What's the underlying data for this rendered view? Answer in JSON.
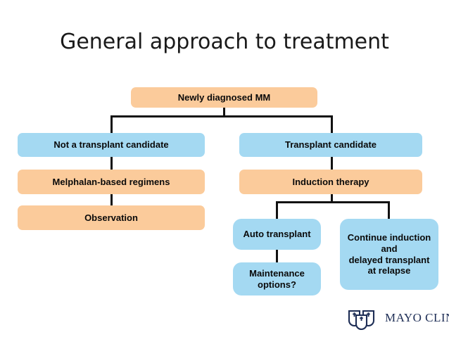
{
  "slide": {
    "title": "General approach to treatment",
    "background_color": "#ffffff"
  },
  "palette": {
    "orange": "#fbcb9b",
    "blue": "#a4d9f2",
    "connector": "#111111",
    "text": "#0a0a0a",
    "title_text": "#1a1a1a",
    "logo_navy": "#1d2d55"
  },
  "flowchart": {
    "nodes": [
      {
        "id": "newly-diagnosed-mm",
        "label": "Newly diagnosed MM",
        "color": "orange"
      },
      {
        "id": "not-transplant-candidate",
        "label": "Not a transplant candidate",
        "color": "blue"
      },
      {
        "id": "transplant-candidate",
        "label": "Transplant candidate",
        "color": "blue"
      },
      {
        "id": "melphalan-regimens",
        "label": "Melphalan-based regimens",
        "color": "orange"
      },
      {
        "id": "induction-therapy",
        "label": "Induction therapy",
        "color": "orange"
      },
      {
        "id": "observation",
        "label": "Observation",
        "color": "orange"
      },
      {
        "id": "auto-transplant",
        "label": "Auto transplant",
        "color": "blue"
      },
      {
        "id": "maintenance-options",
        "label": "Maintenance options?",
        "color": "blue"
      },
      {
        "id": "continue-induction",
        "label": "Continue induction and delayed transplant at relapse",
        "color": "blue"
      }
    ],
    "continue_induction_lines": [
      "Continue induction",
      "and",
      "delayed transplant",
      "at relapse"
    ],
    "maintenance_lines": [
      "Maintenance",
      "options?"
    ],
    "edges": [
      {
        "from": "newly-diagnosed-mm",
        "to": "not-transplant-candidate"
      },
      {
        "from": "newly-diagnosed-mm",
        "to": "transplant-candidate"
      },
      {
        "from": "not-transplant-candidate",
        "to": "melphalan-regimens"
      },
      {
        "from": "melphalan-regimens",
        "to": "observation"
      },
      {
        "from": "transplant-candidate",
        "to": "induction-therapy"
      },
      {
        "from": "induction-therapy",
        "to": "auto-transplant"
      },
      {
        "from": "induction-therapy",
        "to": "continue-induction"
      },
      {
        "from": "auto-transplant",
        "to": "maintenance-options"
      }
    ]
  },
  "logo": {
    "wordmark": "MAYO CLINIC",
    "shield_count": 3
  }
}
